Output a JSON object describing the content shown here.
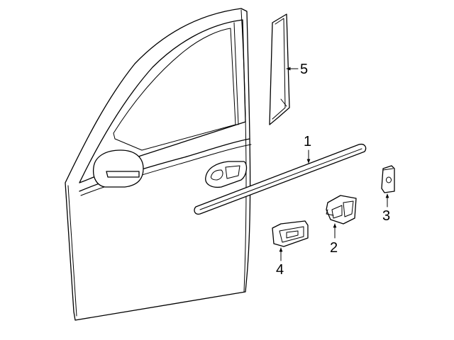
{
  "callouts": [
    {
      "number": "1",
      "part": "door-molding"
    },
    {
      "number": "2",
      "part": "clip"
    },
    {
      "number": "3",
      "part": "clip"
    },
    {
      "number": "4",
      "part": "clip"
    },
    {
      "number": "5",
      "part": "applique"
    }
  ],
  "colors": {
    "ink": "#000000",
    "background": "#ffffff"
  }
}
